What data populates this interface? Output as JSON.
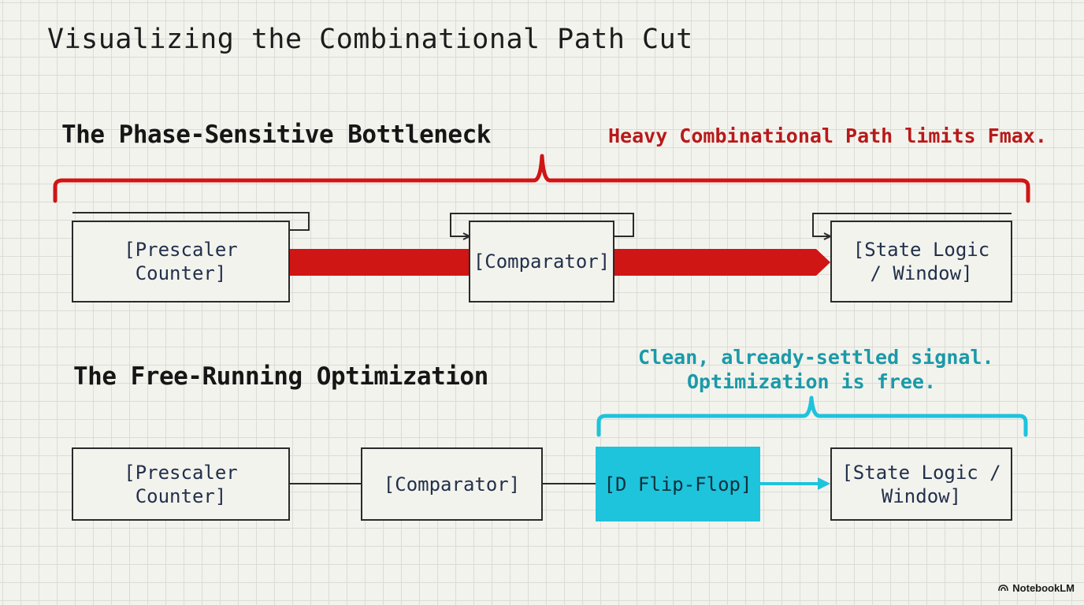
{
  "title": "Visualizing the Combinational Path Cut",
  "sections": {
    "bottleneck": {
      "title": "The Phase-Sensitive Bottleneck",
      "annotation": "Heavy Combinational Path limits Fmax.",
      "accent_color": "#d01515",
      "nodes": {
        "prescaler": "[Prescaler Counter]",
        "comparator": "[Comparator]",
        "state_logic": "[State Logic\n/ Window]"
      }
    },
    "optimization": {
      "title": "The Free-Running Optimization",
      "annotation_line1": "Clean, already-settled signal.",
      "annotation_line2": "Optimization is free.",
      "accent_color": "#1ec3dc",
      "nodes": {
        "prescaler": "[Prescaler Counter]",
        "comparator": "[Comparator]",
        "flip_flop": "[D Flip-Flop]",
        "state_logic": "[State Logic /\nWindow]"
      }
    }
  },
  "watermark": {
    "label": "NotebookLM",
    "icon": "notebooklm-logo-icon"
  }
}
